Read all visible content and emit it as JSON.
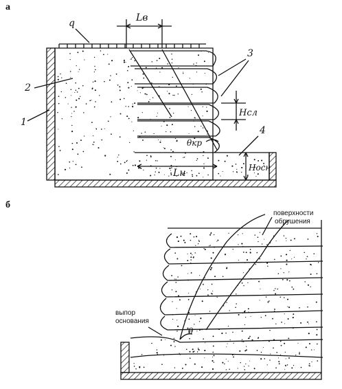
{
  "figure": {
    "panel_a": {
      "panel_label": "а",
      "labels": {
        "q": "q",
        "lv": "Lв",
        "n3": "3",
        "n2": "2",
        "n1": "1",
        "hsl": "Hсл",
        "theta_kr": "θкр",
        "n4": "4",
        "ln": "Lн",
        "hosn": "Hосн"
      }
    },
    "panel_b": {
      "panel_label": "б",
      "annotations": {
        "surface_line1": "поверхности",
        "surface_line2": "обрушения",
        "outcrop_line1": "выпор",
        "outcrop_line2": "основания",
        "theta": "θ"
      }
    },
    "colors": {
      "ink": "#111111",
      "paper": "#ffffff"
    }
  }
}
